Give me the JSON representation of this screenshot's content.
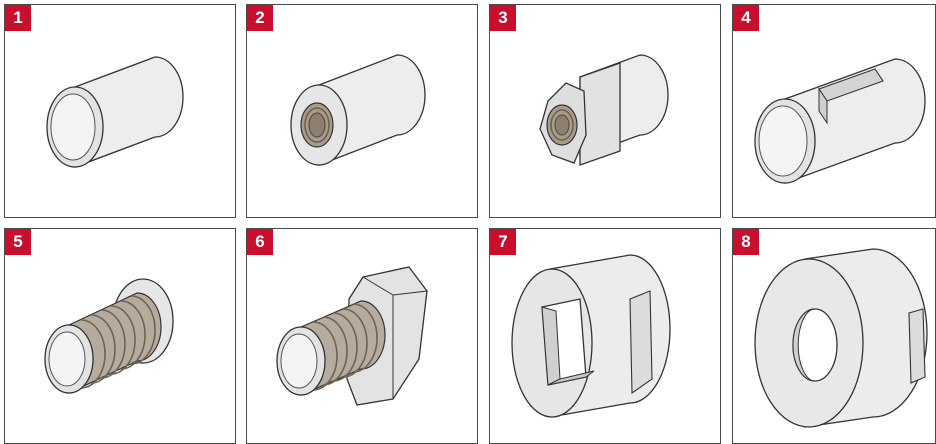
{
  "colors": {
    "badge": "#c8102e",
    "border": "#4a4a4a",
    "part_light": "#f1f1f1",
    "part_mid": "#dcdcdc",
    "part_dark": "#bdbdbd",
    "outline": "#333333",
    "thread": "#a89b8a"
  },
  "panels": [
    {
      "number": "1",
      "part": "plain-cylinder"
    },
    {
      "number": "2",
      "part": "cylinder-with-threaded-bore"
    },
    {
      "number": "3",
      "part": "hex-end-cylinder-with-threaded-bore"
    },
    {
      "number": "4",
      "part": "cylinder-with-slot"
    },
    {
      "number": "5",
      "part": "externally-threaded-stud"
    },
    {
      "number": "6",
      "part": "threaded-stud-with-hex-head"
    },
    {
      "number": "7",
      "part": "disc-with-square-hole"
    },
    {
      "number": "8",
      "part": "disc-with-round-hole"
    }
  ]
}
